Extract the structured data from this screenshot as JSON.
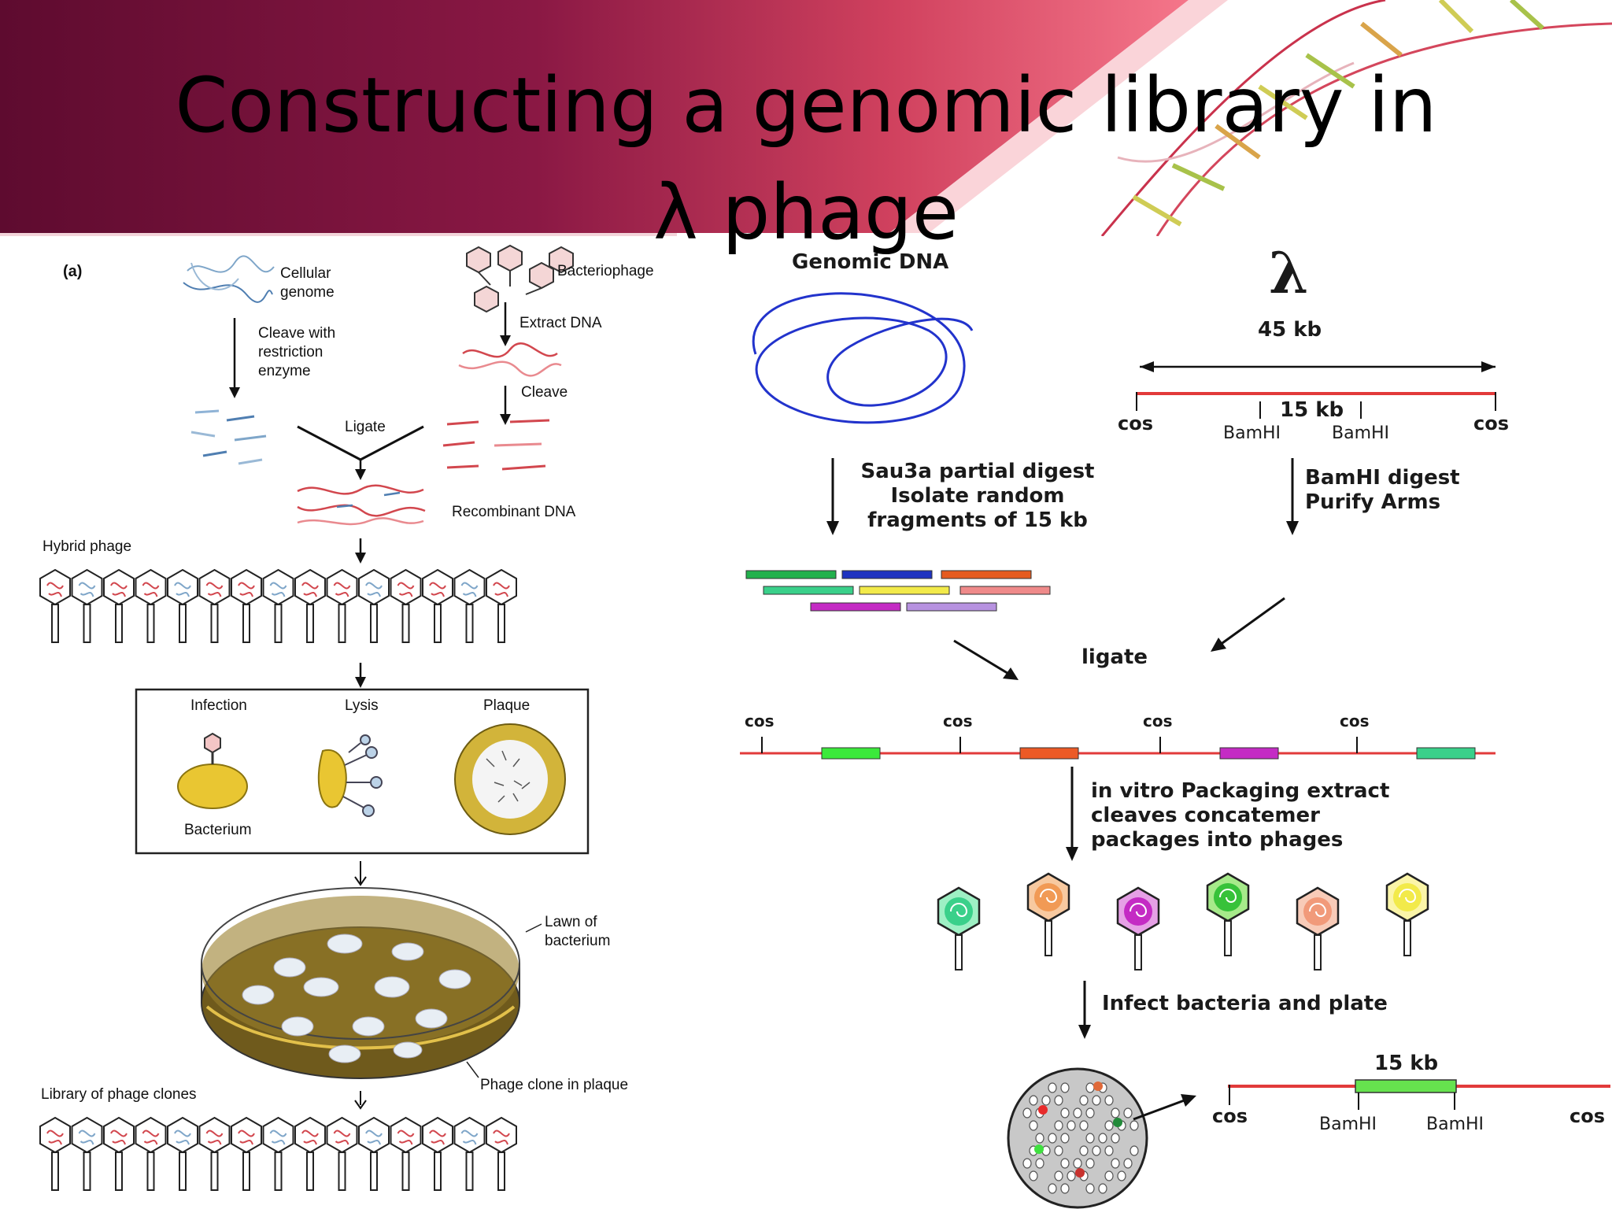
{
  "slide": {
    "title_line1": "Constructing a genomic library in",
    "title_line2": "λ phage"
  },
  "left_panel": {
    "panel_label": "(a)",
    "cellular_genome": "Cellular\ngenome",
    "bacteriophage": "Bacteriophage",
    "cleave_with": "Cleave with\nrestriction\nenzyme",
    "extract_dna": "Extract DNA",
    "cleave": "Cleave",
    "ligate": "Ligate",
    "recombinant_dna": "Recombinant DNA",
    "hybrid_phage": "Hybrid phage",
    "infection": "Infection",
    "lysis": "Lysis",
    "plaque": "Plaque",
    "bacterium": "Bacterium",
    "lawn_of_bacterium": "Lawn of\nbacterium",
    "phage_clone_in_plaque": "Phage clone in plaque",
    "library_of_phage_clones": "Library of phage clones"
  },
  "right_panel": {
    "genomic_dna": "Genomic DNA",
    "lambda_symbol": "λ",
    "size_45kb": "45 kb",
    "size_15kb": "15 kb",
    "cos": "cos",
    "bamhi": "BamHI",
    "sau3a_step": "Sau3a partial digest\nIsolate random\nfragments of 15 kb",
    "bamhi_step": "BamHI digest\nPurify Arms",
    "ligate": "ligate",
    "packaging_step": "in vitro Packaging extract\ncleaves concatemer\npackages into phages",
    "infect_step": "Infect bacteria and plate"
  },
  "colors": {
    "banner_dark": "#6d0f35",
    "banner_light": "#f15b6f",
    "dna_red": "#e23a3a",
    "genomic_blue": "#2233cc",
    "bacterium_yellow": "#e9c632",
    "plate_brown": "#6f5a1c"
  }
}
